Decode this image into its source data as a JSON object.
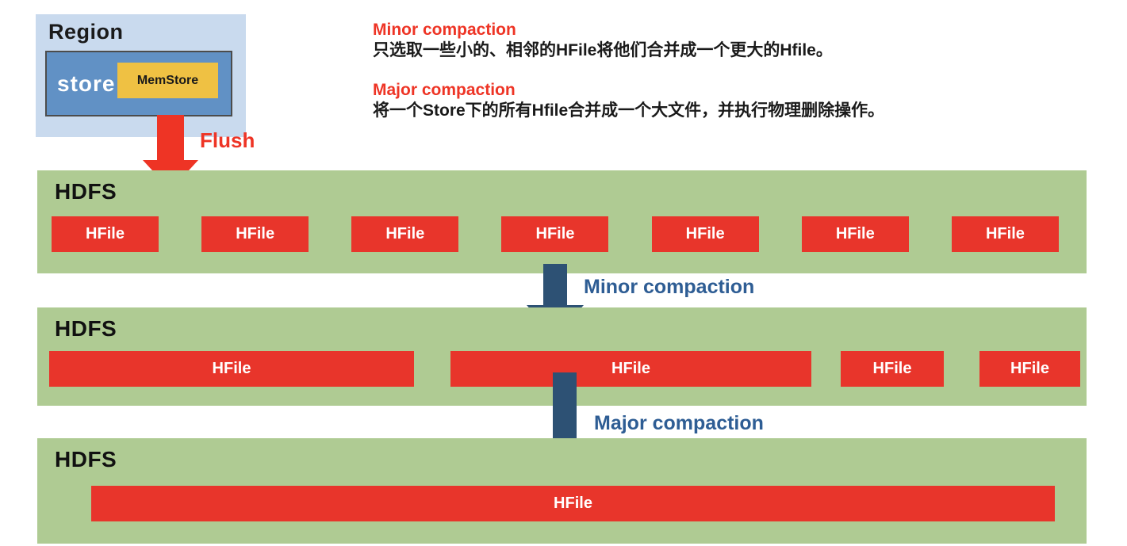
{
  "colors": {
    "band_green": "#afcb93",
    "hfile_red": "#e8352b",
    "arrow_red": "#ee3425",
    "arrow_blue": "#2d5174",
    "arrow_label_blue": "#2e5d94",
    "region_bg": "#c9daee",
    "store_bg": "#6191c5",
    "memstore_bg": "#efc143"
  },
  "region": {
    "title": "Region",
    "store_label": "store",
    "memstore_label": "MemStore"
  },
  "flush_label": "Flush",
  "legend": {
    "minor_title": "Minor compaction",
    "minor_desc": "只选取一些小的、相邻的HFile将他们合并成一个更大的Hfile。",
    "major_title": "Major compaction",
    "major_desc": "将一个Store下的所有Hfile合并成一个大文件，并执行物理删除操作。"
  },
  "arrows": {
    "minor_label": "Minor compaction",
    "major_label": "Major compaction"
  },
  "layers": [
    {
      "title": "HDFS",
      "files": [
        "HFile",
        "HFile",
        "HFile",
        "HFile",
        "HFile",
        "HFile",
        "HFile"
      ]
    },
    {
      "title": "HDFS",
      "files": [
        "HFile",
        "HFile",
        "HFile",
        "HFile"
      ]
    },
    {
      "title": "HDFS",
      "files": [
        "HFile"
      ]
    }
  ]
}
